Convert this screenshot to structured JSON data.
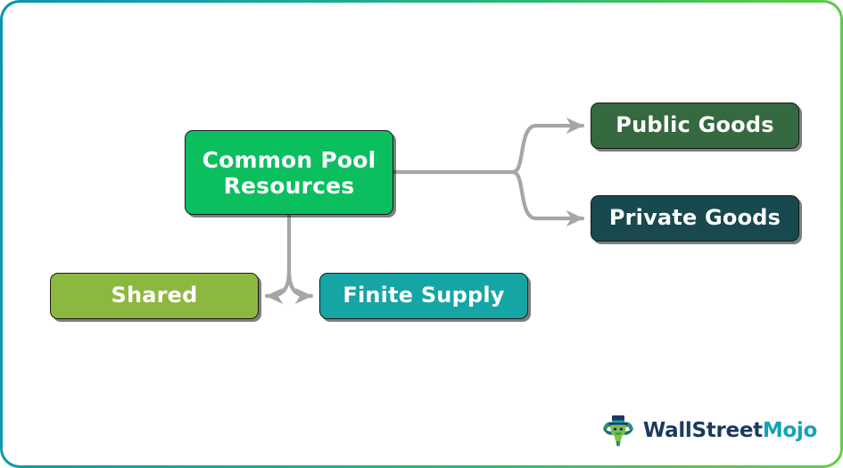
{
  "diagram": {
    "title": "Common Pool Resources",
    "type": "concept-map",
    "border_gradient": [
      "#0b93ad",
      "#2ab974",
      "#63d144"
    ],
    "background": "#ffffff",
    "connector_color": "#a6a6a6",
    "nodes": [
      {
        "id": "common-pool-resources",
        "label": "Common Pool\nResources",
        "role": "root",
        "color": "#0bbf5f",
        "text_color": "#ffffff"
      },
      {
        "id": "public-goods",
        "label": "Public Goods",
        "role": "branch-right-top",
        "color": "#35693f",
        "text_color": "#ffffff"
      },
      {
        "id": "private-goods",
        "label": "Private Goods",
        "role": "branch-right-bottom",
        "color": "#17494f",
        "text_color": "#ffffff"
      },
      {
        "id": "shared",
        "label": "Shared",
        "role": "branch-bottom-left",
        "color": "#8cb83f",
        "text_color": "#ffffff"
      },
      {
        "id": "finite-supply",
        "label": "Finite Supply",
        "role": "branch-bottom-right",
        "color": "#16a5a5",
        "text_color": "#ffffff"
      }
    ],
    "edges": [
      {
        "from": "common-pool-resources",
        "to": "public-goods",
        "arrow": true
      },
      {
        "from": "common-pool-resources",
        "to": "private-goods",
        "arrow": true
      },
      {
        "from": "common-pool-resources",
        "to": "shared",
        "arrow": true
      },
      {
        "from": "common-pool-resources",
        "to": "finite-supply",
        "arrow": true
      }
    ]
  },
  "logo": {
    "name_part1": "WallStreet",
    "name_part2": "Mojo",
    "mark": "bull-mascot-with-top-hat",
    "color_part1": "#1b3a5c",
    "color_part2": "#13a3b5"
  }
}
